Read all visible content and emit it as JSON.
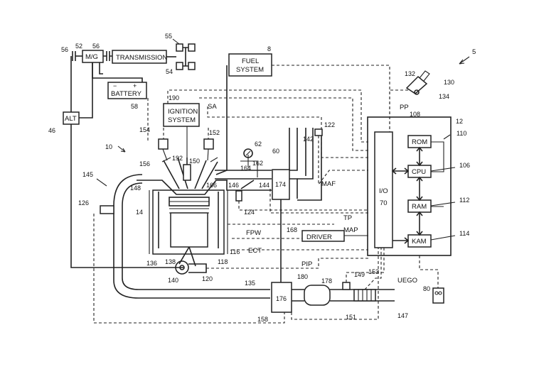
{
  "figure_number": "5",
  "boxes": {
    "mg": "M/G",
    "transmission": "TRANSMISSION",
    "battery": "BATTERY",
    "alt": "ALT",
    "fuel_system_line1": "FUEL",
    "fuel_system_line2": "SYSTEM",
    "ignition_line1": "IGNITION",
    "ignition_line2": "SYSTEM",
    "rom": "ROM",
    "cpu": "CPU",
    "ram": "RAM",
    "kam": "KAM",
    "driver": "DRIVER",
    "io": "I/O",
    "io_num": "70"
  },
  "signals": {
    "sa": "SA",
    "pp": "PP",
    "maf": "MAF",
    "tp": "TP",
    "map": "MAP",
    "fpw": "FPW",
    "ect": "ECT",
    "pip": "PIP",
    "uego": "UEGO"
  },
  "refs": {
    "r56a": "56",
    "r52": "52",
    "r56b": "56",
    "r55": "55",
    "r54": "54",
    "r58": "58",
    "r46": "46",
    "r8": "8",
    "r190": "190",
    "r154": "154",
    "r152": "152",
    "r10": "10",
    "r156": "156",
    "r192": "192",
    "r150": "150",
    "r62": "62",
    "r60": "60",
    "r164": "164",
    "r162": "162",
    "r146": "146",
    "r144": "144",
    "r174": "174",
    "r142": "142",
    "r122": "122",
    "r145": "145",
    "r148": "148",
    "r166": "166",
    "r126": "126",
    "r14": "14",
    "r124": "124",
    "r168": "168",
    "r116": "116",
    "r118": "118",
    "r136": "136",
    "r138": "138",
    "r140": "140",
    "r120": "120",
    "r180": "180",
    "r135": "135",
    "r178": "178",
    "r176": "176",
    "r158": "158",
    "r149": "149",
    "r153": "153",
    "r151": "151",
    "r147": "147",
    "r132": "132",
    "r130": "130",
    "r134": "134",
    "r108": "108",
    "r12": "12",
    "r110": "110",
    "r106": "106",
    "r112": "112",
    "r114": "114",
    "r80": "80"
  }
}
